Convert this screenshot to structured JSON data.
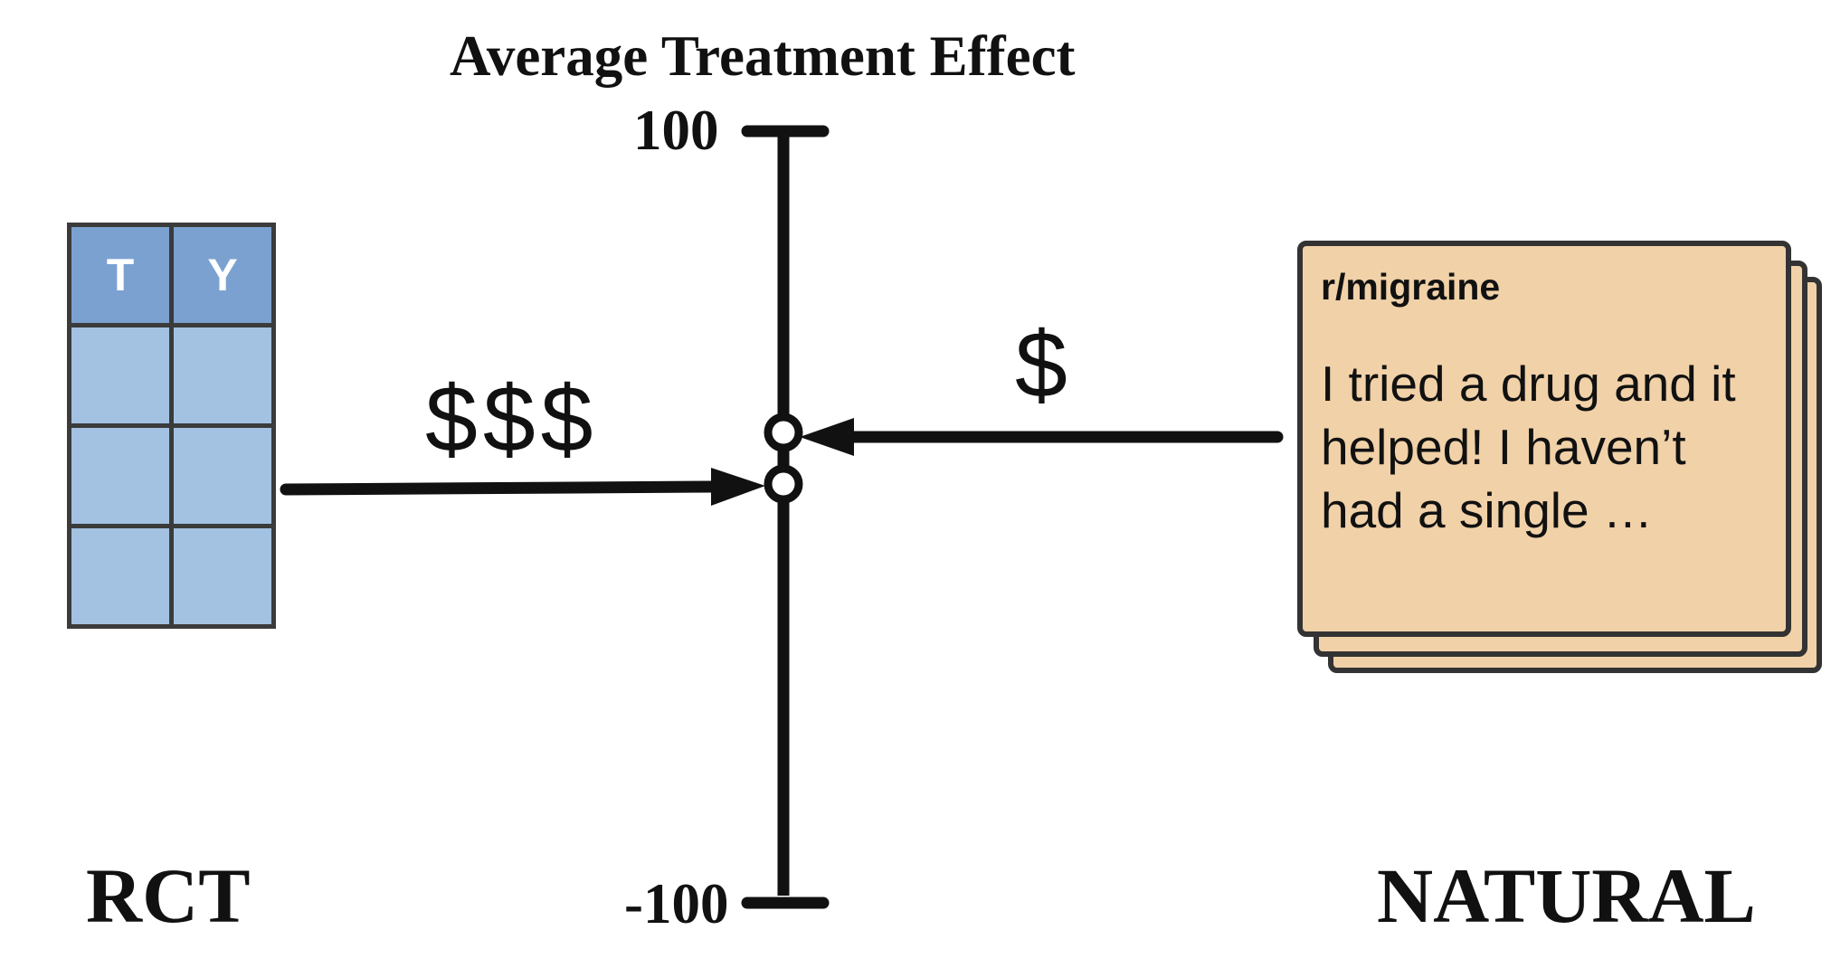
{
  "title": "Average Treatment Effect",
  "axis": {
    "max_label": "100",
    "min_label": "-100"
  },
  "rct": {
    "label": "RCT",
    "cost": "$$$",
    "table_headers": [
      "T",
      "Y"
    ],
    "table_rows": 3
  },
  "natural": {
    "label": "NATURAL",
    "cost": "$",
    "post": {
      "subreddit": "r/migraine",
      "text": "I tried a drug and it helped! I haven’t had a single …"
    }
  },
  "colors": {
    "table_header": "#7ba1d0",
    "table_cell": "#a3c2e2",
    "post_card": "#f1d1a8",
    "stroke": "#111111"
  }
}
